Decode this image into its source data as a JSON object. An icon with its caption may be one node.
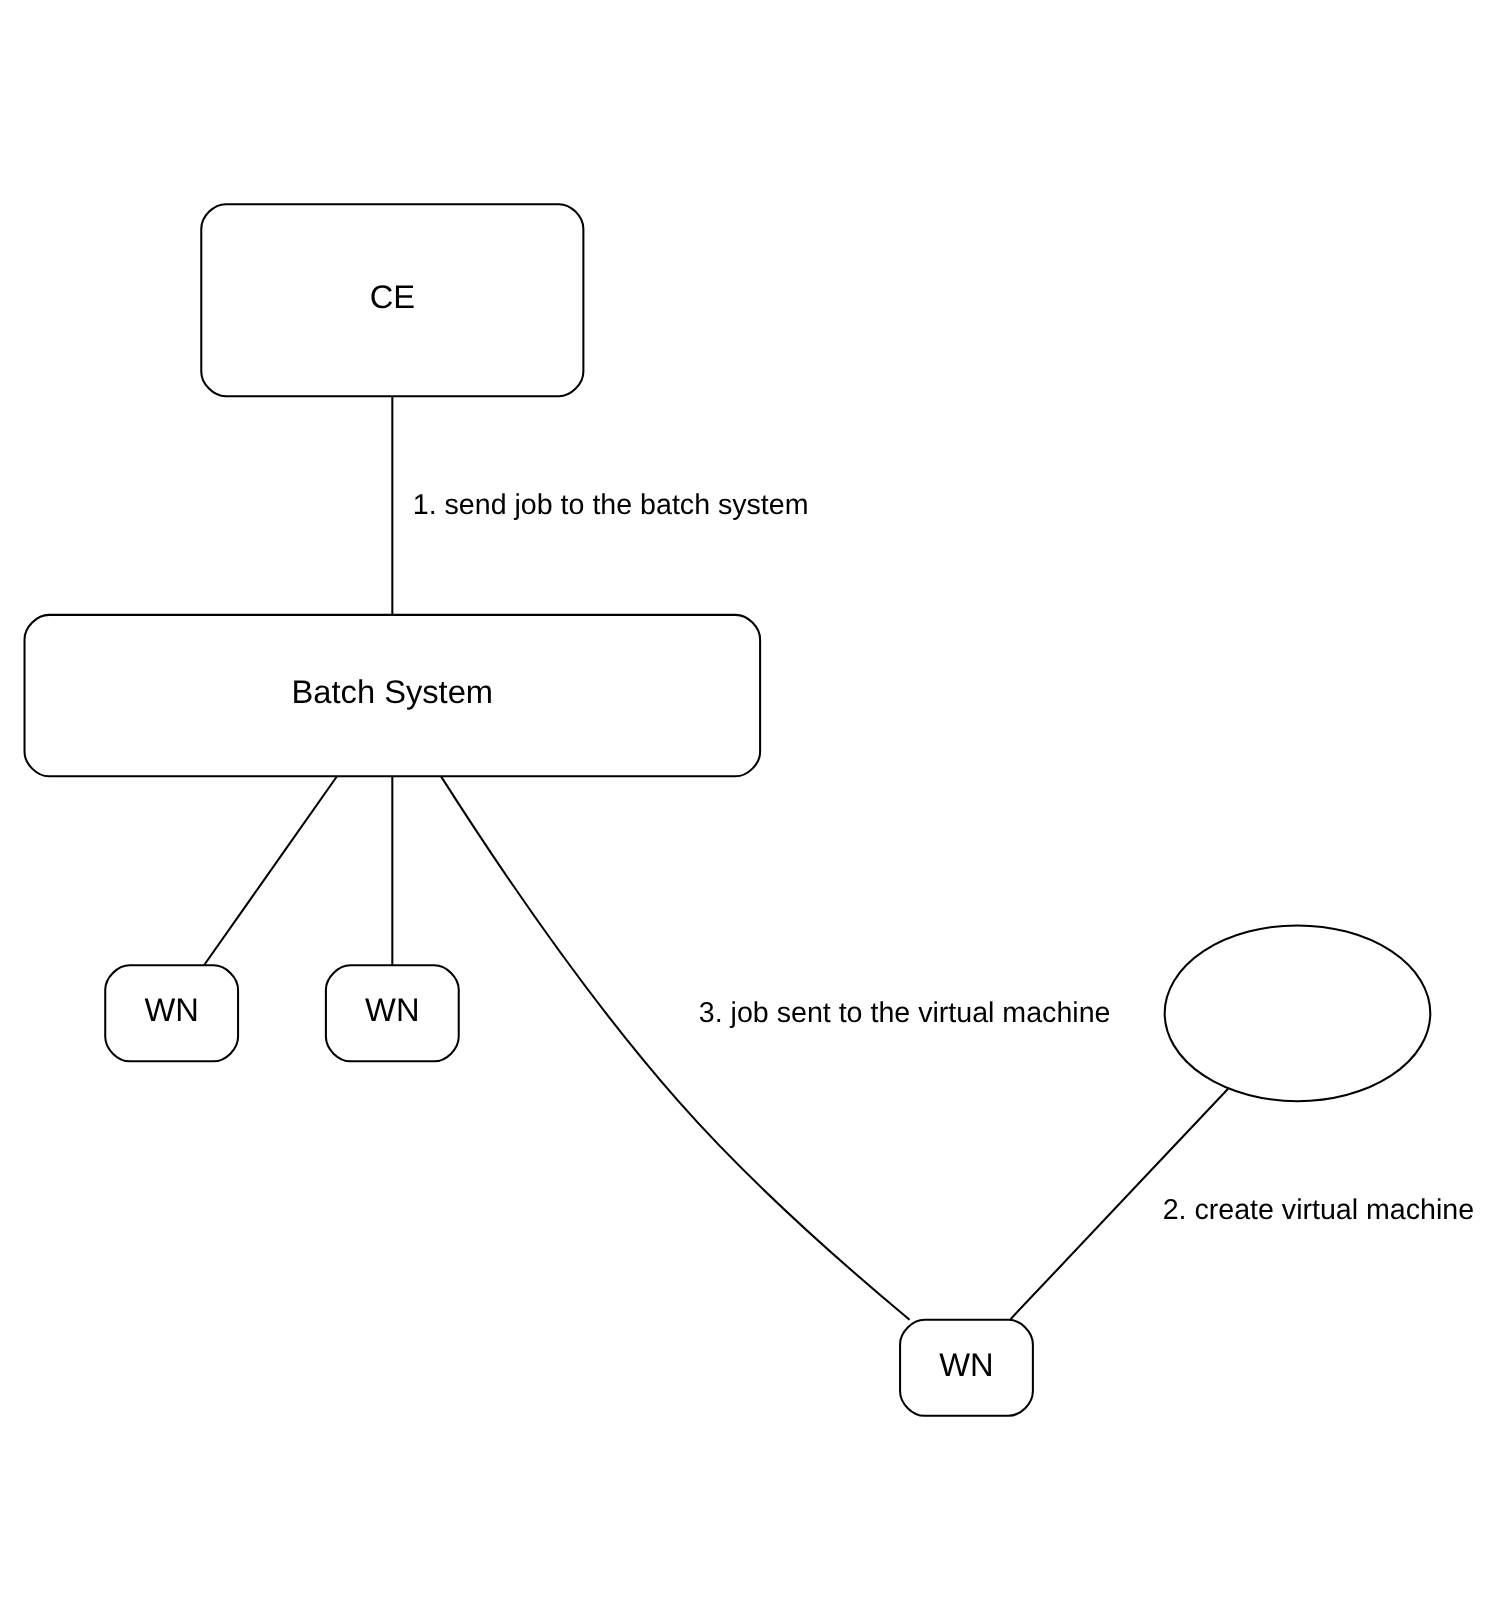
{
  "diagram": {
    "nodes": [
      {
        "text": [
          "CE"
        ]
      },
      {
        "text": [
          "Batch System"
        ]
      },
      {
        "text": [
          "WN"
        ]
      },
      {
        "text": [
          "WN"
        ]
      },
      {
        "text": [],
        "shape": "cloud"
      },
      {
        "text": [
          "WN"
        ]
      }
    ],
    "edges": [
      {
        "from": 0,
        "to": 1,
        "arrow": "none",
        "label": "1. send job to the batch system"
      },
      {
        "from": 1,
        "to": 2,
        "arrow": "none"
      },
      {
        "from": 1,
        "to": 3,
        "arrow": "none"
      },
      {
        "from": 1,
        "to": 5,
        "arrow": "none",
        "label": "3. job sent to the virtual machine"
      },
      {
        "from": 4,
        "to": 5,
        "arrow": "none",
        "label": "2. create virtual machine"
      }
    ]
  }
}
